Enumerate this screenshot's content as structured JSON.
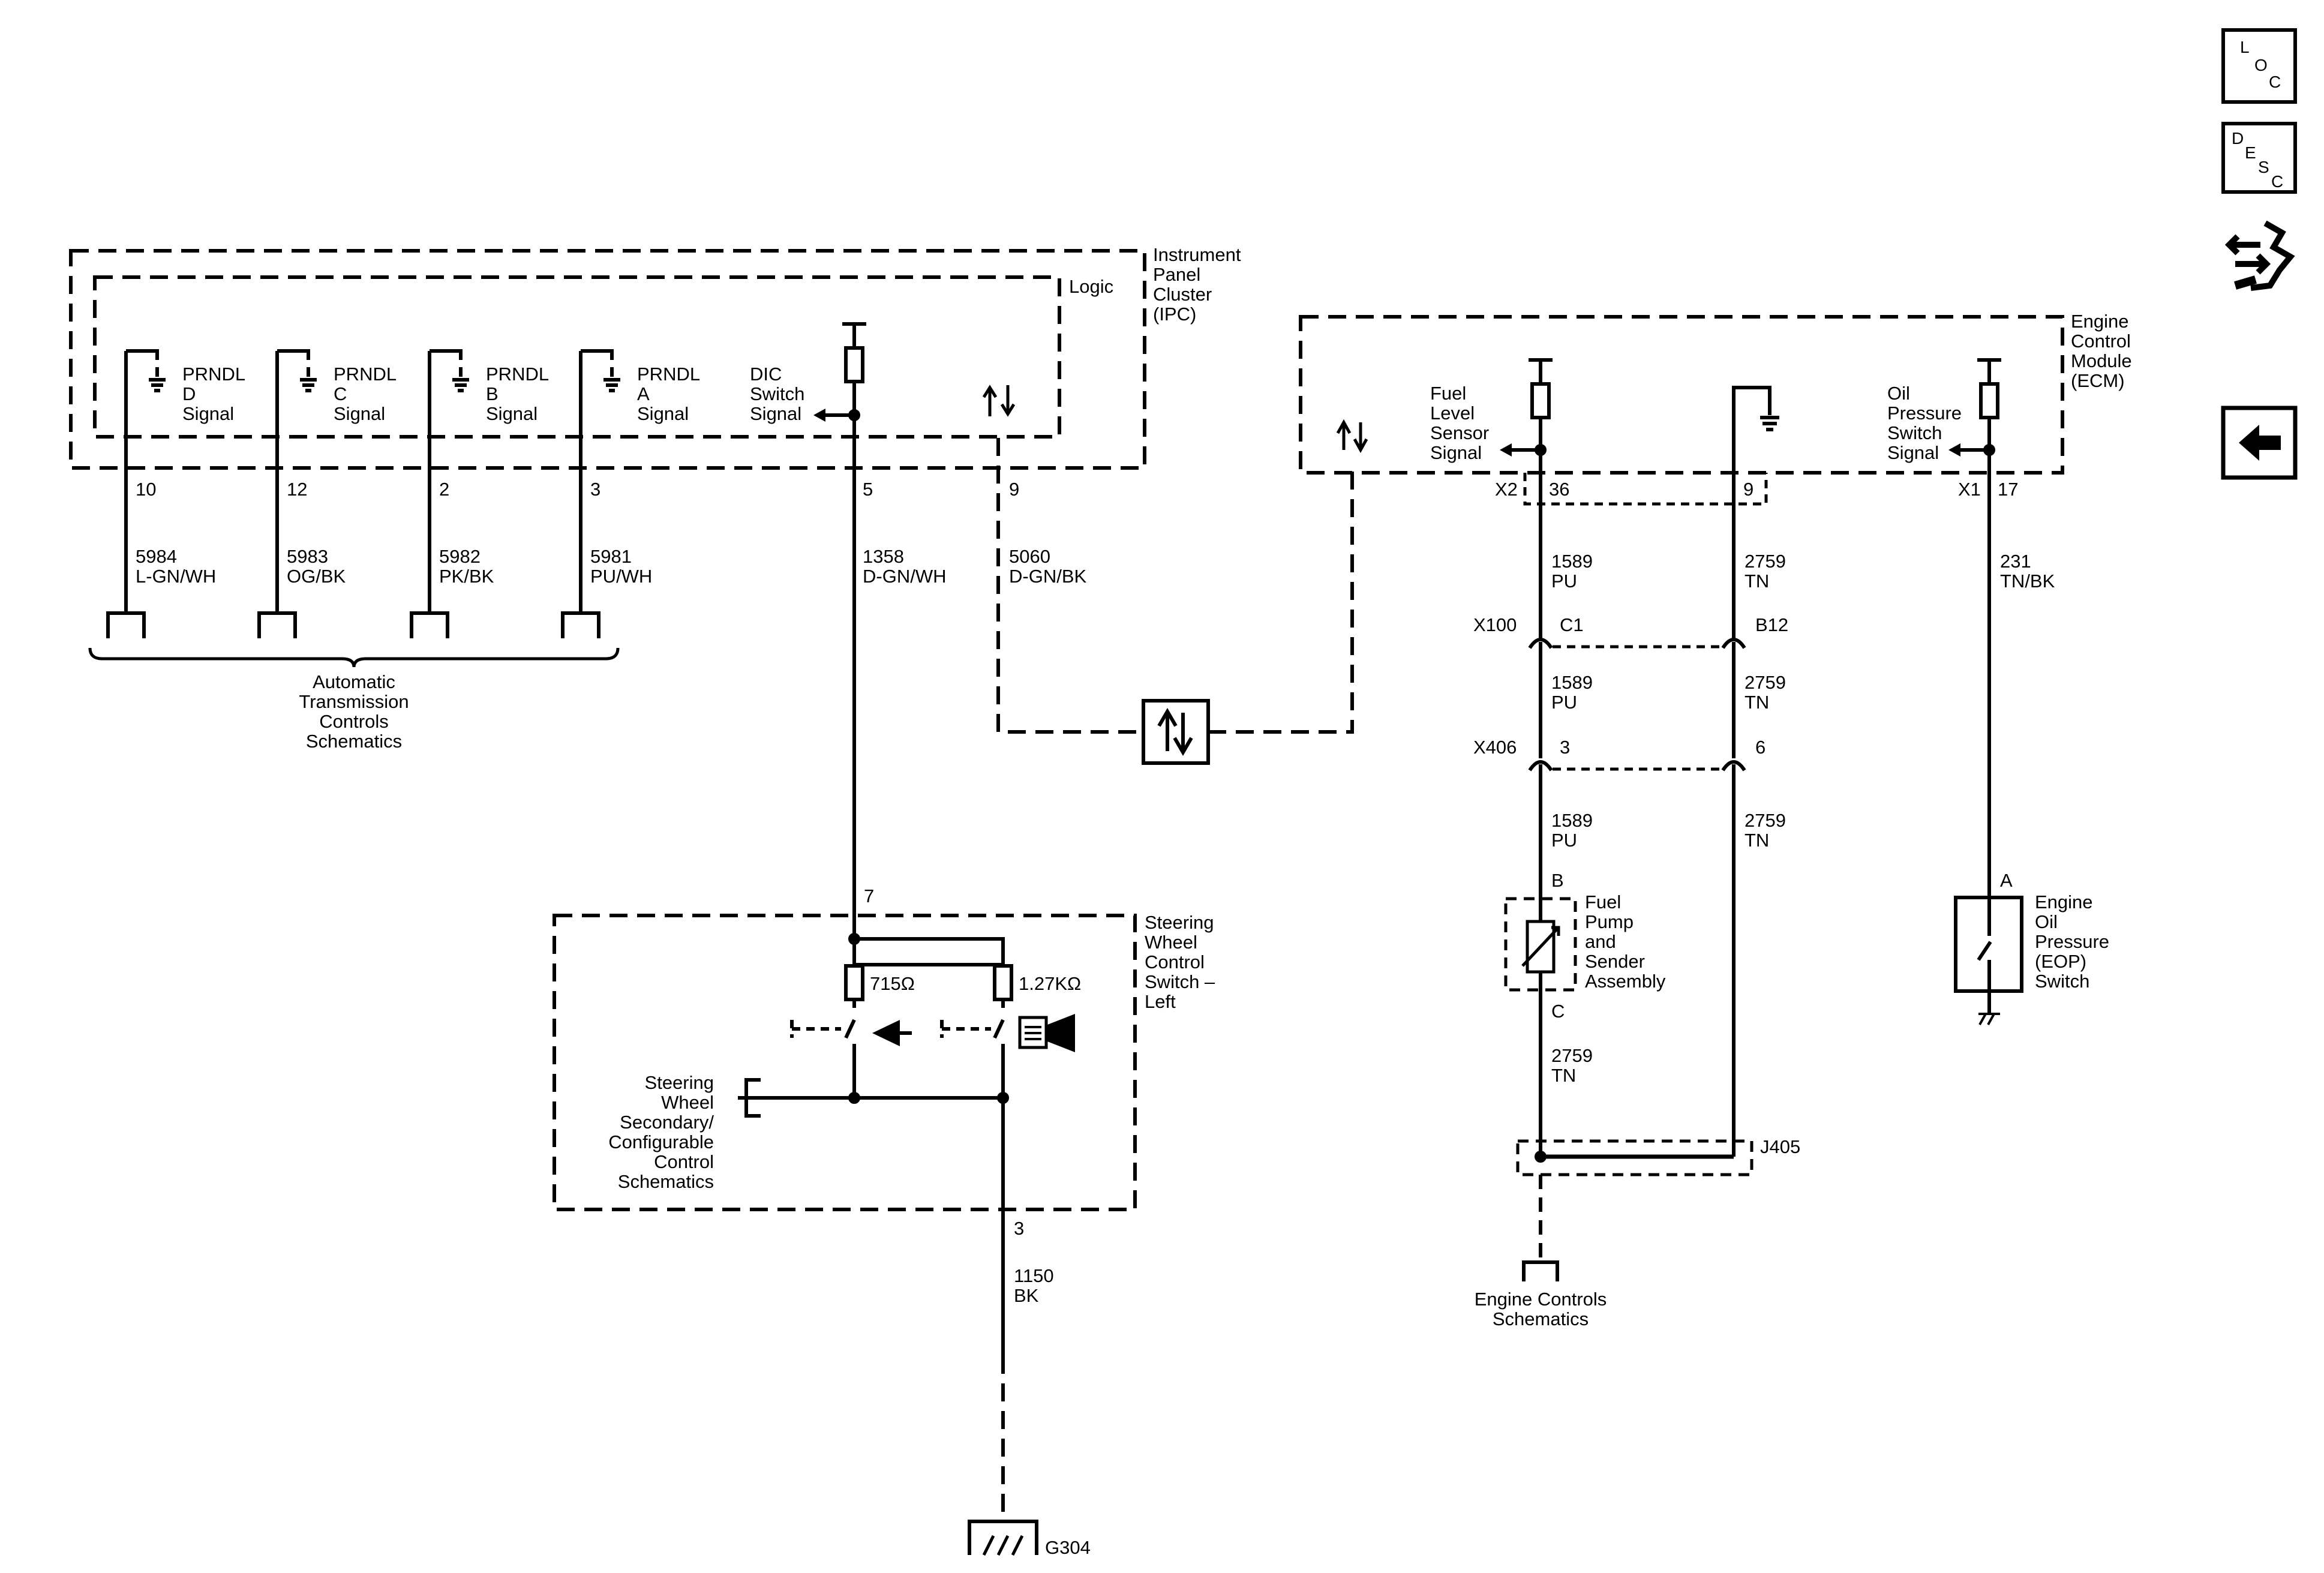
{
  "ipc": {
    "name_lines": [
      "Instrument",
      "Panel",
      "Cluster",
      "(IPC)"
    ],
    "logic_label": "Logic",
    "inputs": [
      {
        "label_lines": [
          "PRNDL",
          "D",
          "Signal"
        ],
        "pin": "10",
        "wire": "5984",
        "color": "L-GN/WH"
      },
      {
        "label_lines": [
          "PRNDL",
          "C",
          "Signal"
        ],
        "pin": "12",
        "wire": "5983",
        "color": "OG/BK"
      },
      {
        "label_lines": [
          "PRNDL",
          "B",
          "Signal"
        ],
        "pin": "2",
        "wire": "5982",
        "color": "PK/BK"
      },
      {
        "label_lines": [
          "PRNDL",
          "A",
          "Signal"
        ],
        "pin": "3",
        "wire": "5981",
        "color": "PU/WH"
      }
    ],
    "dic": {
      "label_lines": [
        "DIC",
        "Switch",
        "Signal"
      ],
      "pin": "5",
      "wire": "1358",
      "color": "D-GN/WH"
    },
    "serial": {
      "pin": "9",
      "wire": "5060",
      "color": "D-GN/BK"
    }
  },
  "atc_ref_lines": [
    "Automatic",
    "Transmission",
    "Controls",
    "Schematics"
  ],
  "swc": {
    "name_lines": [
      "Steering",
      "Wheel",
      "Control",
      "Switch –",
      "Left"
    ],
    "top_pin": "7",
    "r1": "715Ω",
    "r2": "1.27KΩ",
    "secondary_ref_lines": [
      "Steering",
      "Wheel",
      "Secondary/",
      "Configurable",
      "Control",
      "Schematics"
    ],
    "bottom_pin": "3",
    "bottom_wire": "1150",
    "bottom_color": "BK"
  },
  "ground_g304": "G304",
  "ecm": {
    "name_lines": [
      "Engine",
      "Control",
      "Module",
      "(ECM)"
    ],
    "fuel_label_lines": [
      "Fuel",
      "Level",
      "Sensor",
      "Signal"
    ],
    "oil_label_lines": [
      "Oil",
      "Pressure",
      "Switch",
      "Signal"
    ],
    "x2": "X2",
    "pin36": "36",
    "pin9": "9",
    "x1": "X1",
    "pin17": "17"
  },
  "fuel_wires": [
    {
      "wire": "1589",
      "color": "PU"
    },
    {
      "wire": "1589",
      "color": "PU"
    },
    {
      "wire": "1589",
      "color": "PU"
    },
    {
      "wire": "2759",
      "color": "TN"
    }
  ],
  "tn_wires": [
    {
      "wire": "2759",
      "color": "TN"
    },
    {
      "wire": "2759",
      "color": "TN"
    },
    {
      "wire": "2759",
      "color": "TN"
    }
  ],
  "connectors": {
    "x100": "X100",
    "x100_c": "C1",
    "x100_b": "B12",
    "x406": "X406",
    "x406_a": "3",
    "x406_b": "6"
  },
  "fuel_pump": {
    "pin_top": "B",
    "pin_bottom": "C",
    "label_lines": [
      "Fuel",
      "Pump",
      "and",
      "Sender",
      "Assembly"
    ]
  },
  "splice": "J405",
  "ecs_ref_lines": [
    "Engine Controls",
    "Schematics"
  ],
  "oil": {
    "wire": "231",
    "color": "TN/BK",
    "pin": "A",
    "label_lines": [
      "Engine",
      "Oil",
      "Pressure",
      "(EOP)",
      "Switch"
    ]
  },
  "side_icons": [
    {
      "name": "loc-icon",
      "letters": [
        "L",
        "O",
        "C"
      ]
    },
    {
      "name": "desc-icon",
      "letters": [
        "D",
        "E",
        "S",
        "C"
      ]
    },
    {
      "name": "connector-repair-icon"
    },
    {
      "name": "back-arrow-icon"
    }
  ]
}
